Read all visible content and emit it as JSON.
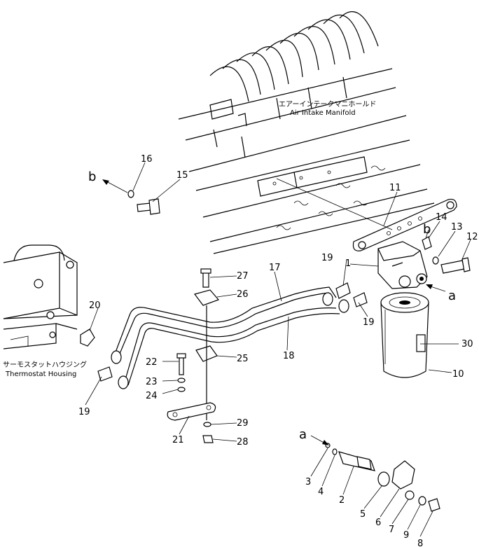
{
  "labels": {
    "manifold_jp": "エアーインテークマニホールド",
    "manifold_en": "Air Intake Manifold",
    "thermo_jp": "サーモスタットハウジング",
    "thermo_en": "Thermostat Housing",
    "ref_a_top": "a",
    "ref_a_bottom": "a",
    "ref_b_left": "b",
    "ref_b_right": "b"
  },
  "parts": [
    {
      "no": "1"
    },
    {
      "no": "2"
    },
    {
      "no": "3"
    },
    {
      "no": "4"
    },
    {
      "no": "5"
    },
    {
      "no": "6"
    },
    {
      "no": "7"
    },
    {
      "no": "8"
    },
    {
      "no": "9"
    },
    {
      "no": "10"
    },
    {
      "no": "11"
    },
    {
      "no": "12"
    },
    {
      "no": "13"
    },
    {
      "no": "14"
    },
    {
      "no": "15"
    },
    {
      "no": "16"
    },
    {
      "no": "17"
    },
    {
      "no": "18"
    },
    {
      "no": "19"
    },
    {
      "no": "19"
    },
    {
      "no": "19"
    },
    {
      "no": "20"
    },
    {
      "no": "21"
    },
    {
      "no": "22"
    },
    {
      "no": "23"
    },
    {
      "no": "24"
    },
    {
      "no": "25"
    },
    {
      "no": "26"
    },
    {
      "no": "27"
    },
    {
      "no": "28"
    },
    {
      "no": "29"
    },
    {
      "no": "30"
    }
  ]
}
